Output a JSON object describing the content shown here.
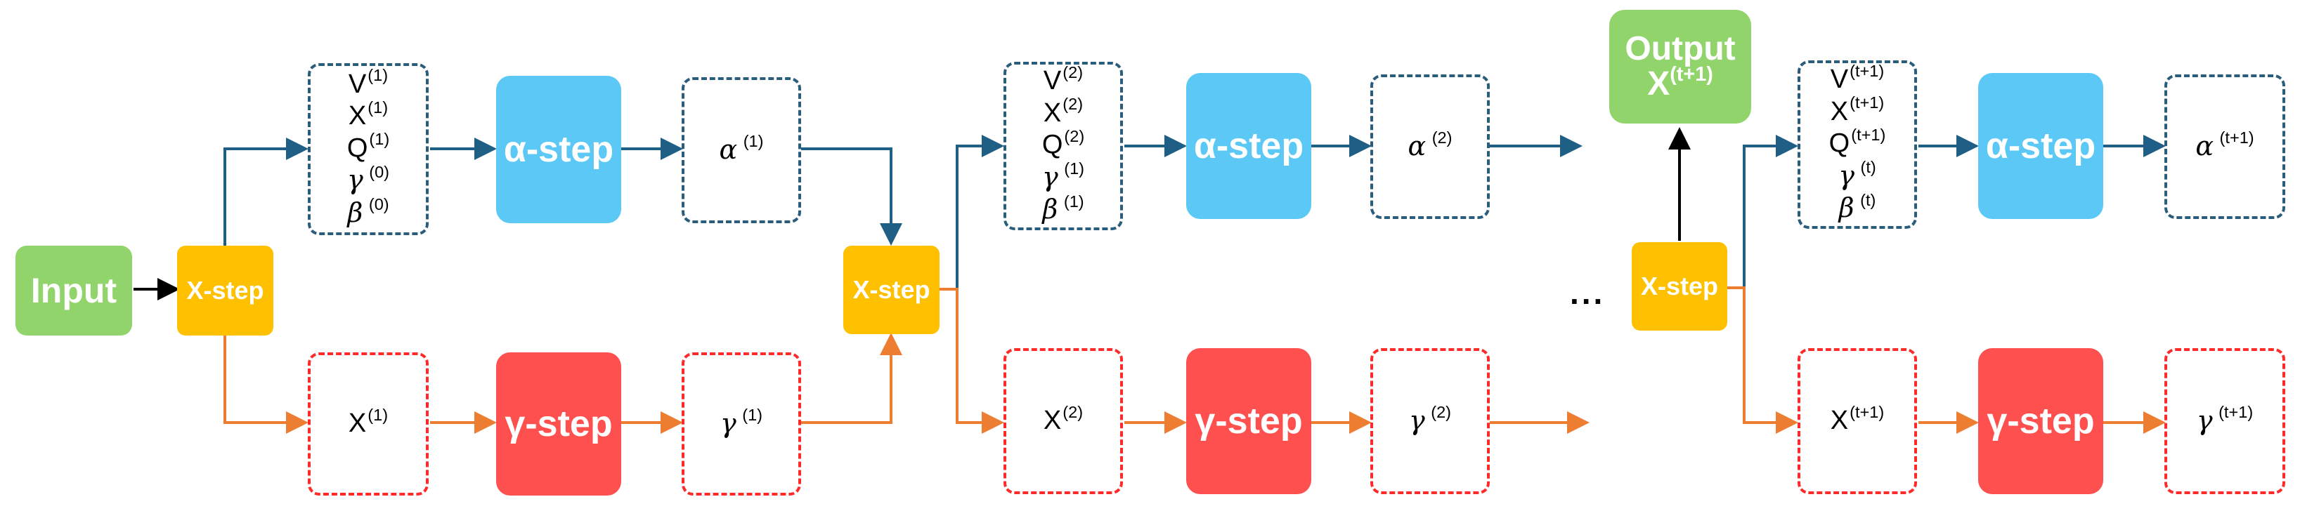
{
  "nodes": {
    "input": "Input",
    "x_step": "X-step",
    "alpha_step": "α-step",
    "gamma_step": "γ-step",
    "output_line1": "Output",
    "output_line2_base": "X",
    "output_line2_sup": "(t+1)",
    "ellipsis": "..."
  },
  "stage1": {
    "vars": [
      {
        "base": "V",
        "sup": "(1)",
        "italic": false
      },
      {
        "base": "X",
        "sup": "(1)",
        "italic": false
      },
      {
        "base": "Q",
        "sup": "(1)",
        "italic": false
      },
      {
        "base": "γ",
        "sup": " (0)",
        "italic": true
      },
      {
        "base": "β",
        "sup": " (0)",
        "italic": true
      }
    ],
    "alpha": {
      "base": "α",
      "sup": " (1)"
    },
    "x": {
      "base": "X",
      "sup": "(1)"
    },
    "gamma": {
      "base": "γ",
      "sup": " (1)"
    }
  },
  "stage2": {
    "vars": [
      {
        "base": "V",
        "sup": "(2)",
        "italic": false
      },
      {
        "base": "X",
        "sup": "(2)",
        "italic": false
      },
      {
        "base": "Q",
        "sup": "(2)",
        "italic": false
      },
      {
        "base": "γ",
        "sup": " (1)",
        "italic": true
      },
      {
        "base": "β",
        "sup": " (1)",
        "italic": true
      }
    ],
    "alpha": {
      "base": "α",
      "sup": " (2)"
    },
    "x": {
      "base": "X",
      "sup": "(2)"
    },
    "gamma": {
      "base": "γ",
      "sup": " (2)"
    }
  },
  "stage3": {
    "vars": [
      {
        "base": "V",
        "sup": "(t+1)",
        "italic": false
      },
      {
        "base": "X",
        "sup": "(t+1)",
        "italic": false
      },
      {
        "base": "Q",
        "sup": "(t+1)",
        "italic": false
      },
      {
        "base": "γ",
        "sup": " (t)",
        "italic": true
      },
      {
        "base": "β",
        "sup": " (t)",
        "italic": true
      }
    ],
    "alpha": {
      "base": "α",
      "sup": " (t+1)"
    },
    "x": {
      "base": "X",
      "sup": "(t+1)"
    },
    "gamma": {
      "base": "γ",
      "sup": " (t+1)"
    }
  },
  "colors": {
    "input_green": "#92d46c",
    "x_step_yellow": "#ffc000",
    "alpha_blue": "#5bc8f5",
    "gamma_red": "#ff5050",
    "blue_path": "#1f5f86",
    "orange_path": "#ed7d31",
    "black_arrow": "#000000"
  }
}
